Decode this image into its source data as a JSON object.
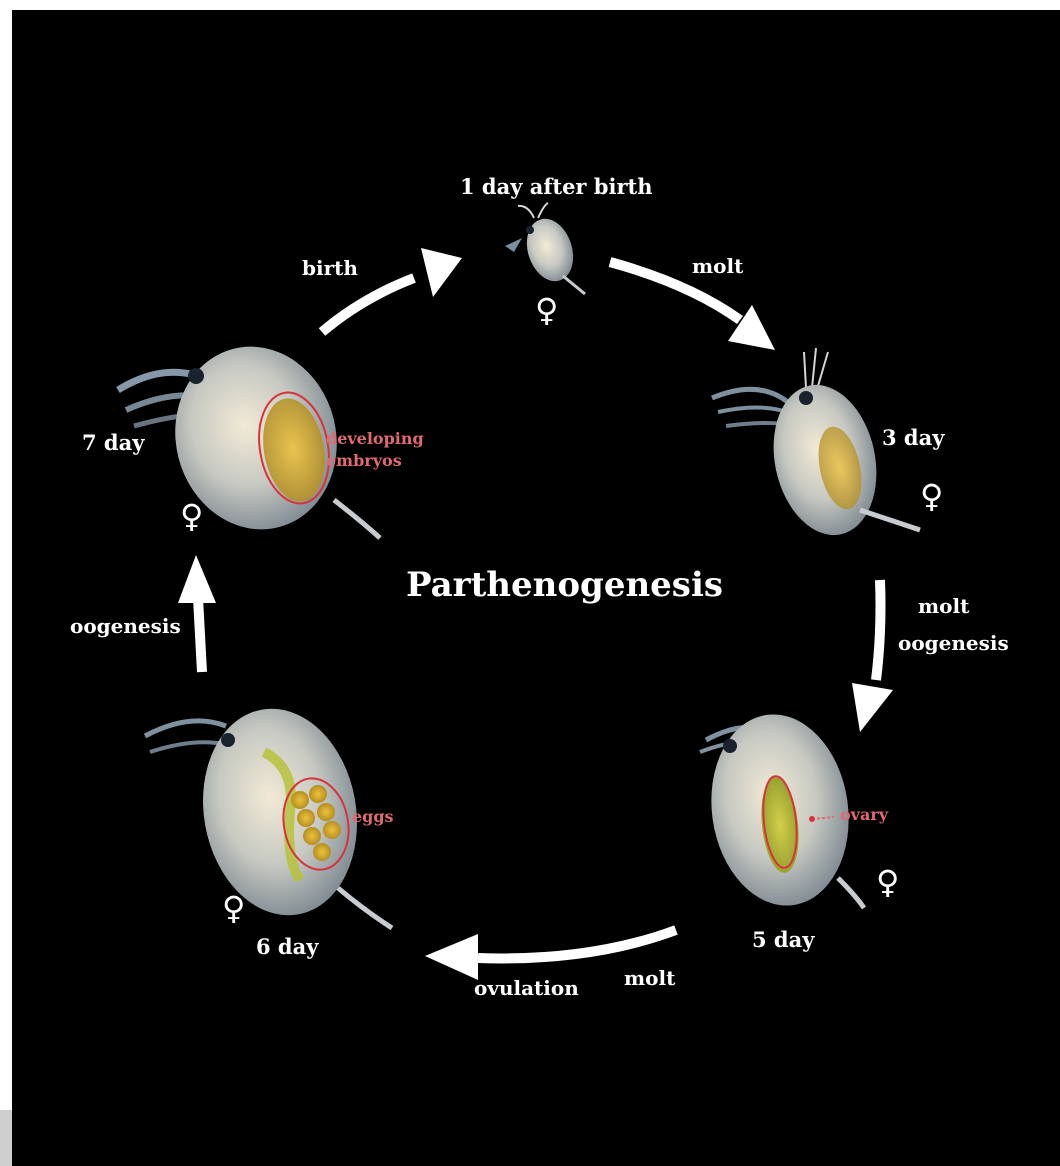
{
  "diagram": {
    "title": "Parthenogenesis",
    "stages": {
      "day1": "1 day after birth",
      "day3": "3 day",
      "day5": "5 day",
      "day6": "6 day",
      "day7": "7 day"
    },
    "transitions": {
      "birth": "birth",
      "molt_1_3": "molt",
      "molt_3_5": "molt",
      "oogenesis_3_5": "oogenesis",
      "molt_5_6": "molt",
      "ovulation": "ovulation",
      "oogenesis_6_7": "oogenesis"
    },
    "annotations": {
      "developing": "developing",
      "embryos": "embryos",
      "eggs": "eggs",
      "ovary": "ovary"
    },
    "female_symbol": "♀",
    "colors": {
      "background": "#000000",
      "text": "#ffffff",
      "annotation": "#e06a73",
      "arrow": "#ffffff"
    }
  }
}
